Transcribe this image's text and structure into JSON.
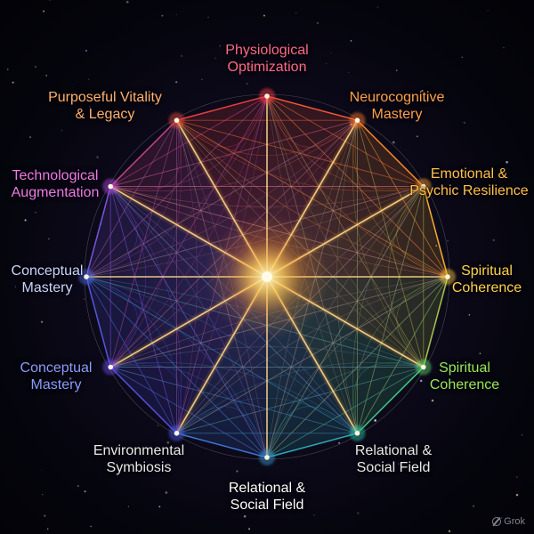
{
  "labels": [
    {
      "line1": "Physiological",
      "line2": "Optimization",
      "color": "#ff6a8a"
    },
    {
      "line1": "Neurocognitive",
      "line2": "Mastery",
      "color": "#ffa04a"
    },
    {
      "line1": "Emotional &",
      "line2": "Psychic Resilience",
      "color": "#ffc04a"
    },
    {
      "line1": "Spiritual",
      "line2": "Coherence",
      "color": "#ffd24a"
    },
    {
      "line1": "Spiritual",
      "line2": "Coherence",
      "color": "#9be85a"
    },
    {
      "line1": "Relational &",
      "line2": "Social Field",
      "color": "#e8e8e8"
    },
    {
      "line1": "Relational &",
      "line2": "Social Field",
      "color": "#ffffff"
    },
    {
      "line1": "Environmental",
      "line2": "Symbiosis",
      "color": "#e8e8e8"
    },
    {
      "line1": "Conceptual",
      "line2": "Mastery",
      "color": "#8a9cff"
    },
    {
      "line1": "Conceptual",
      "line2": "Mastery",
      "color": "#c9d4ff"
    },
    {
      "line1": "Technological",
      "line2": "Augmentation",
      "color": "#ef7ae8"
    },
    {
      "line1": "Purposeful Vitality",
      "line2": "& Legacy",
      "color": "#ffb070"
    }
  ],
  "node_colors": [
    "#ff3a4a",
    "#ff7a2a",
    "#ffa02a",
    "#ffc83a",
    "#5ed86a",
    "#2ac8a8",
    "#3a9ad8",
    "#4a5ae8",
    "#6a4ae8",
    "#4a6ae8",
    "#b04ae0",
    "#e84a3a"
  ],
  "watermark": {
    "text": "Grok",
    "icon": "grok-logo-icon"
  }
}
